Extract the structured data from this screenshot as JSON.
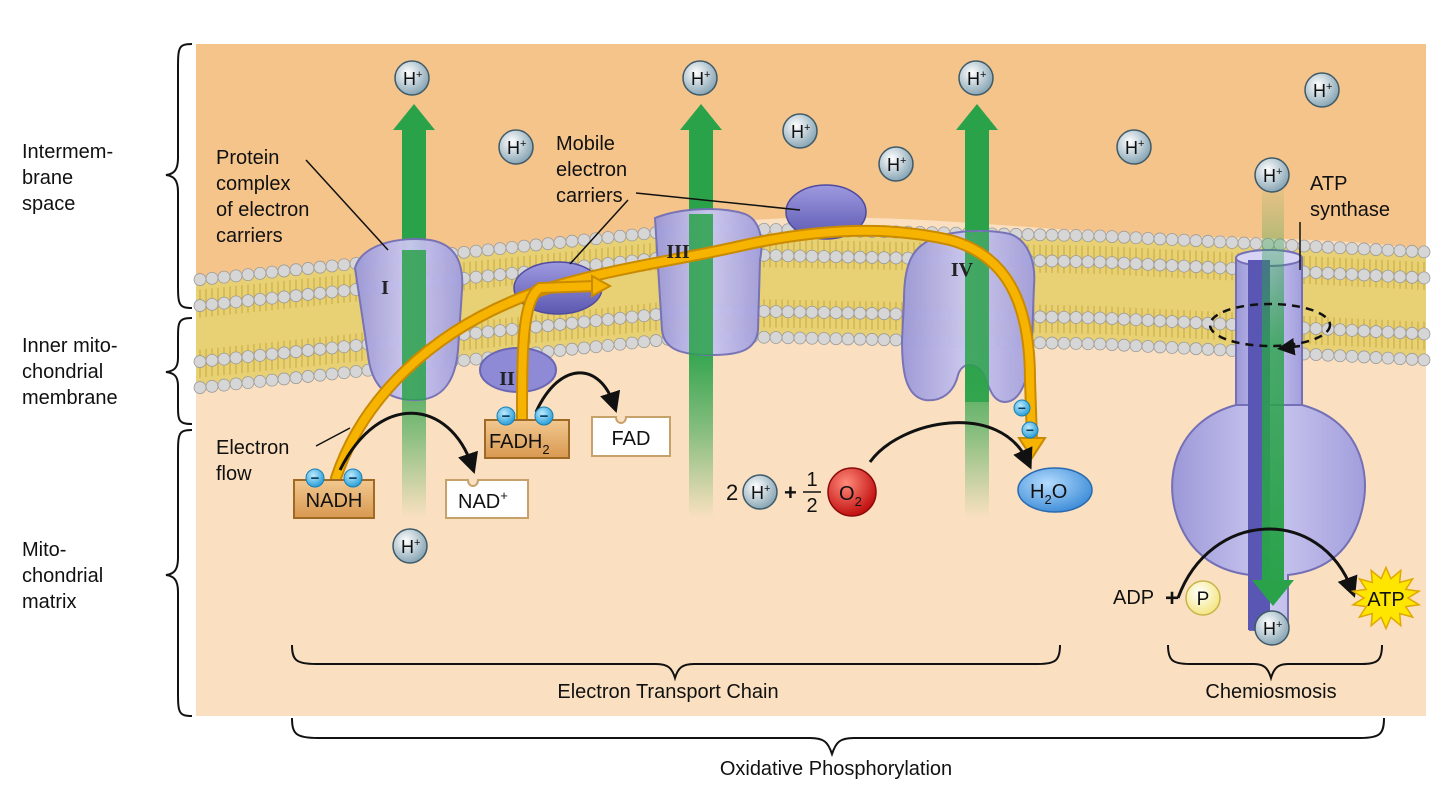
{
  "regions": {
    "intermembrane": [
      "Intermem-",
      "brane",
      "space"
    ],
    "inner_membrane": [
      "Inner mito-",
      "chondrial",
      "membrane"
    ],
    "matrix": [
      "Mito-",
      "chondrial",
      "matrix"
    ]
  },
  "labels": {
    "protein_complex": [
      "Protein",
      "complex",
      "of electron",
      "carriers"
    ],
    "mobile_carriers": [
      "Mobile",
      "electron",
      "carriers"
    ],
    "atp_synthase": [
      "ATP",
      "synthase"
    ],
    "electron_flow": [
      "Electron",
      "flow"
    ]
  },
  "complexes": {
    "I": "I",
    "II": "II",
    "III": "III",
    "IV": "IV"
  },
  "ion": {
    "h": "H",
    "plus": "+"
  },
  "molecules": {
    "nadh": "NADH",
    "nad_base": "NAD",
    "nad_sup": "+",
    "fadh_base": "FADH",
    "fadh_sub": "2",
    "fad": "FAD",
    "two": "2",
    "plus": "+",
    "half_num": "1",
    "half_den": "2",
    "o_base": "O",
    "o_sub": "2",
    "h2o_h": "H",
    "h2o_sub": "2",
    "h2o_o": "O",
    "adp": "ADP",
    "p": "P",
    "atp": "ATP",
    "electron_sign": "−"
  },
  "footer": {
    "etc": "Electron Transport Chain",
    "chemiosmosis": "Chemiosmosis",
    "oxphos": "Oxidative Phosphorylation"
  },
  "colors": {
    "intermembrane": "#f5c48a",
    "matrix": "#fae0c0",
    "lipid_head": "#cfcfcf",
    "lipid_tail": "#e4cc6a",
    "protein": "#b6b3e6",
    "protein_stroke": "#7470b6",
    "mobile_carrier": "#7c78c8",
    "proton_arrow": "#2aa24a",
    "electron_path": "#f0a800",
    "electron": "#3ab4e6",
    "oxygen": "#d81e1e",
    "water": "#5aa6e0",
    "atp_burst": "#ffe600",
    "molecule_box": "#e4a860"
  }
}
